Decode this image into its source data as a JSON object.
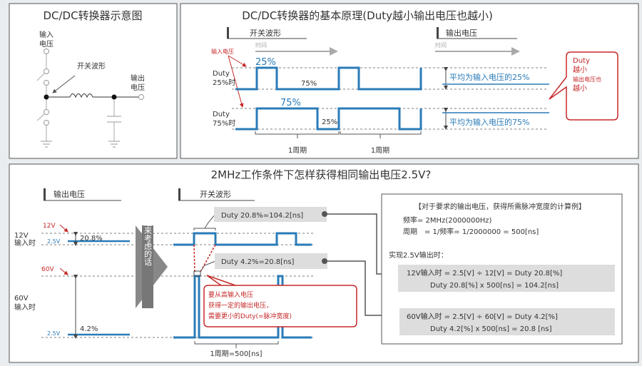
{
  "panel_circuit": {
    "title": "DC/DC转换器示意图",
    "input_voltage": [
      "输入",
      "电压"
    ],
    "output_voltage": [
      "输出",
      "电压"
    ],
    "switch_waveform": "开关波形"
  },
  "panel_principle": {
    "title": "DC/DC转换器的基本原理(Duty越小输出电压也越小)",
    "section_switch": "开关波形",
    "section_output": "输出电压",
    "time_label": "时间",
    "input_voltage": "输入电压",
    "duty25": {
      "label": [
        "Duty",
        "25%时"
      ],
      "on": "25%",
      "off": "75%",
      "avg": "平均为输入电压的25%"
    },
    "duty75": {
      "label": [
        "Duty",
        "75%时"
      ],
      "on": "75%",
      "off": "25%",
      "avg": "平均为输入电压的75%"
    },
    "period": "1周期",
    "callout": [
      "Duty",
      "越小",
      "输出电压也",
      "越小"
    ]
  },
  "panel_2mhz": {
    "title": "2MHz工作条件下怎样获得相同输出电压2.5V?",
    "section_output": "输出电压",
    "section_switch": "开关波形",
    "v12": {
      "input": "12V",
      "label": [
        "12V",
        "输入时"
      ],
      "out": "2.5V",
      "duty": "20.8%"
    },
    "v60": {
      "input": "60V",
      "label": [
        "60V",
        "输入时"
      ],
      "out": "2.5V",
      "duty": "4.2%"
    },
    "reverse_arrow": "反过来考虑的话",
    "box_12v": "Duty 20.8%=104.2[ns]",
    "box_60v": "Duty 4.2%=20.8[ns]",
    "callout": [
      "要从高输入电压",
      "获得一定的输出电压，",
      "需要更小的Duty(=脉冲宽度)"
    ],
    "period": "1周期=500[ns]",
    "calc": {
      "title": "【对于要求的输出电压，获得所需脉冲宽度的计算例】",
      "freq": "频率= 2MHz(2000000Hz)",
      "period": "周期　= 1/频率= 1/2000000 = 500[ns]",
      "subtitle": "实现2.5V输出时：",
      "v12": [
        "12V输入时 = 2.5[V] ÷ 12[V] = Duty 20.8[%]",
        "Duty 20.8[%] x 500[ns] = 104.2[ns]"
      ],
      "v60": [
        "60V输入时 = 2.5[V] ÷ 60[V] = Duty 4.2[%]",
        "Duty 4.2[%] x 500[ns] = 20.8 [ns]"
      ]
    }
  },
  "colors": {
    "wave": "#2a7bb8",
    "accent_red": "#c62828"
  }
}
